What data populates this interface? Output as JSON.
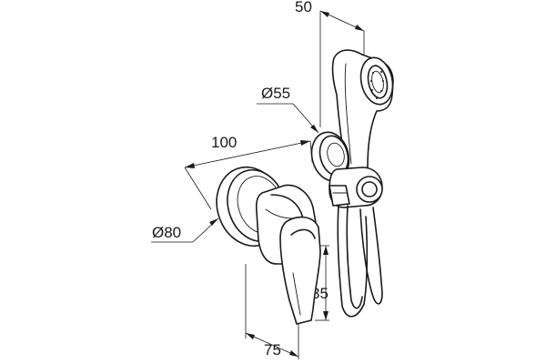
{
  "dimensions": {
    "d50": "50",
    "d55": "Ø55",
    "d100": "100",
    "d80": "Ø80",
    "d85": "85",
    "d75": "75"
  }
}
